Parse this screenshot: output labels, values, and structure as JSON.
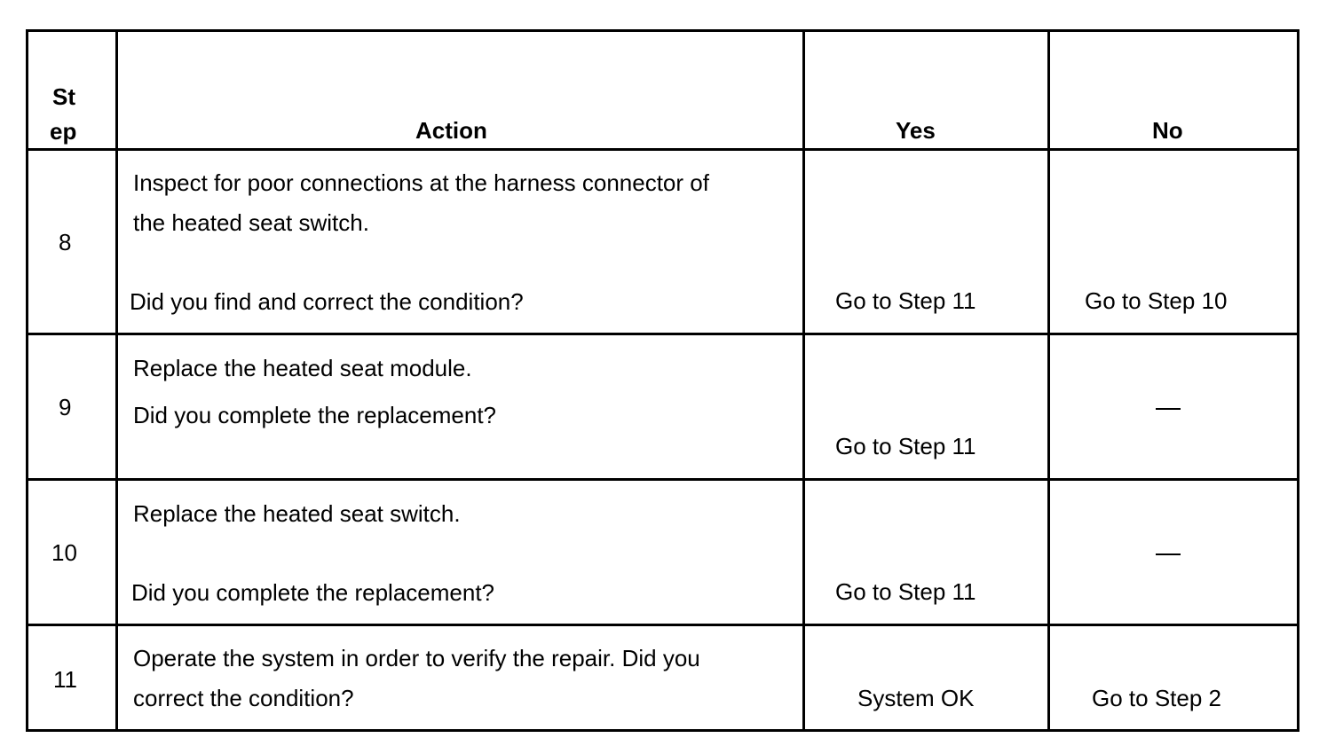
{
  "table": {
    "headers": {
      "step_line1": "St",
      "step_line2": "ep",
      "action": "Action",
      "yes": "Yes",
      "no": "No"
    },
    "rows": [
      {
        "step": "8",
        "action_line1": "Inspect for poor connections at the harness connector of",
        "action_line2": "the heated seat switch.",
        "action_question": "Did you find and correct the condition?",
        "yes": "Go to Step 11",
        "no": "Go to Step 10"
      },
      {
        "step": "9",
        "action_line1": "Replace the heated seat module.",
        "action_question": "Did you complete the replacement?",
        "yes": "Go to Step 11",
        "no": "—"
      },
      {
        "step": "10",
        "action_line1": "Replace the heated seat switch.",
        "action_question": "Did you complete the replacement?",
        "yes": "Go to Step 11",
        "no": "—"
      },
      {
        "step": "11",
        "action_line1": "Operate the system in order to verify the repair. Did you",
        "action_line2": "correct the condition?",
        "yes": "System OK",
        "no": "Go to Step 2"
      }
    ]
  }
}
